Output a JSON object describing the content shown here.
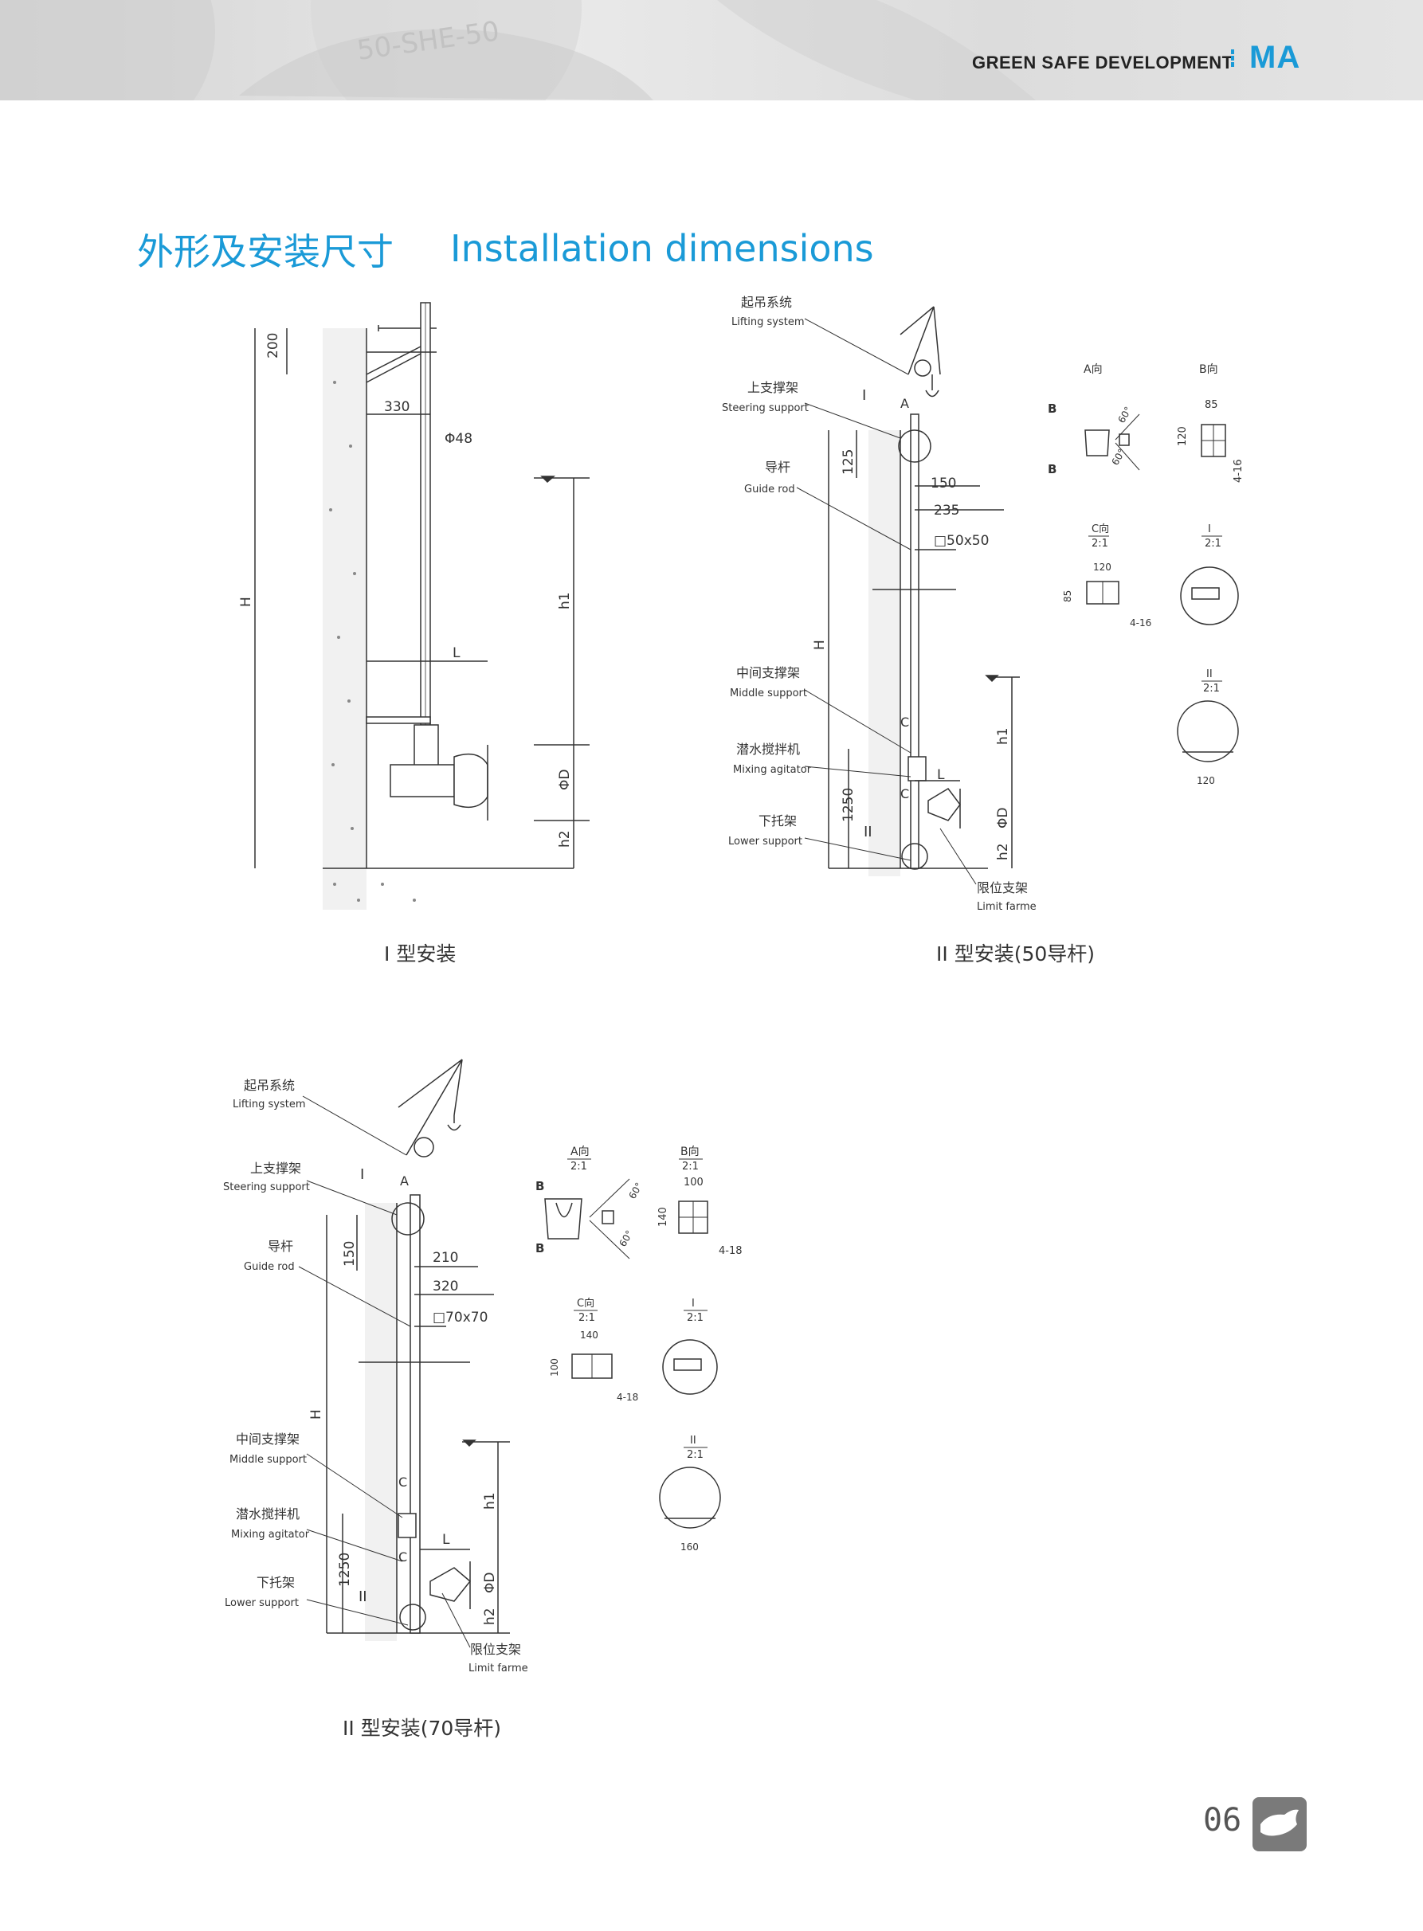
{
  "header": {
    "slogan": "GREEN SAFE DEVELOPMENT",
    "brand": "MA",
    "watermark": "50-SHE-50"
  },
  "section": {
    "title_cn": "外形及安装尺寸",
    "title_en": "Installation dimensions"
  },
  "figures": {
    "type1": {
      "caption": "I 型安装",
      "dims": {
        "top": "200",
        "offset": "330",
        "rod": "Φ48",
        "H": "H",
        "h1": "h1",
        "L": "L",
        "D": "ΦD",
        "h2": "h2"
      }
    },
    "type2_50": {
      "caption": "II 型安装(50导杆)",
      "labels": {
        "lifting_cn": "起吊系统",
        "lifting_en": "Lifting system",
        "steering_cn": "上支撑架",
        "steering_en": "Steering support",
        "guide_cn": "导杆",
        "guide_en": "Guide rod",
        "middle_cn": "中间支撑架",
        "middle_en": "Middle support",
        "mixer_cn": "潜水搅拌机",
        "mixer_en": "Mixing agitator",
        "lower_cn": "下托架",
        "lower_en": "Lower support",
        "limit_cn": "限位支架",
        "limit_en": "Limit farme"
      },
      "dims": {
        "d125": "125",
        "d150": "150",
        "d235": "235",
        "sq": "□50x50",
        "H": "H",
        "h1": "h1",
        "L": "L",
        "D": "ΦD",
        "h2": "h2",
        "d1250": "1250",
        "I": "I",
        "II": "II",
        "A": "A",
        "C1": "C",
        "C2": "C"
      },
      "details": {
        "a_view": "A向",
        "b_view": "B向",
        "b1": "B",
        "b2": "B",
        "ang1": "60°",
        "ang2": "60°",
        "b85": "85",
        "b120": "120",
        "b416": "4-16",
        "c_view": "C向",
        "c_scale": "2:1",
        "c120": "120",
        "c85": "85",
        "c416": "4-16",
        "i_view": "I",
        "i_scale": "2:1",
        "ii_view": "II",
        "ii_scale": "2:1",
        "ii120": "120"
      }
    },
    "type2_70": {
      "caption": "II 型安装(70导杆)",
      "labels": {
        "lifting_cn": "起吊系统",
        "lifting_en": "Lifting system",
        "steering_cn": "上支撑架",
        "steering_en": "Steering support",
        "guide_cn": "导杆",
        "guide_en": "Guide rod",
        "middle_cn": "中间支撑架",
        "middle_en": "Middle support",
        "mixer_cn": "潜水搅拌机",
        "mixer_en": "Mixing agitator",
        "lower_cn": "下托架",
        "lower_en": "Lower support",
        "limit_cn": "限位支架",
        "limit_en": "Limit farme"
      },
      "dims": {
        "d150": "150",
        "d210": "210",
        "d320": "320",
        "sq": "□70x70",
        "H": "H",
        "h1": "h1",
        "L": "L",
        "D": "ΦD",
        "h2": "h2",
        "d1250": "1250",
        "I": "I",
        "II": "II",
        "A": "A",
        "C1": "C",
        "C2": "C"
      },
      "details": {
        "a_view": "A向",
        "a_scale": "2:1",
        "b_view": "B向",
        "b_scale": "2:1",
        "b1": "B",
        "b2": "B",
        "ang1": "60°",
        "ang2": "60°",
        "b100": "100",
        "b140": "140",
        "b418": "4-18",
        "c_view": "C向",
        "c_scale": "2:1",
        "c140": "140",
        "c100": "100",
        "c418": "4-18",
        "i_view": "I",
        "i_scale": "2:1",
        "ii_view": "II",
        "ii_scale": "2:1",
        "ii160": "160"
      }
    }
  },
  "footer": {
    "page_number": "06"
  },
  "colors": {
    "accent": "#1a9ad7",
    "header_bg": "#dcdcdc"
  }
}
